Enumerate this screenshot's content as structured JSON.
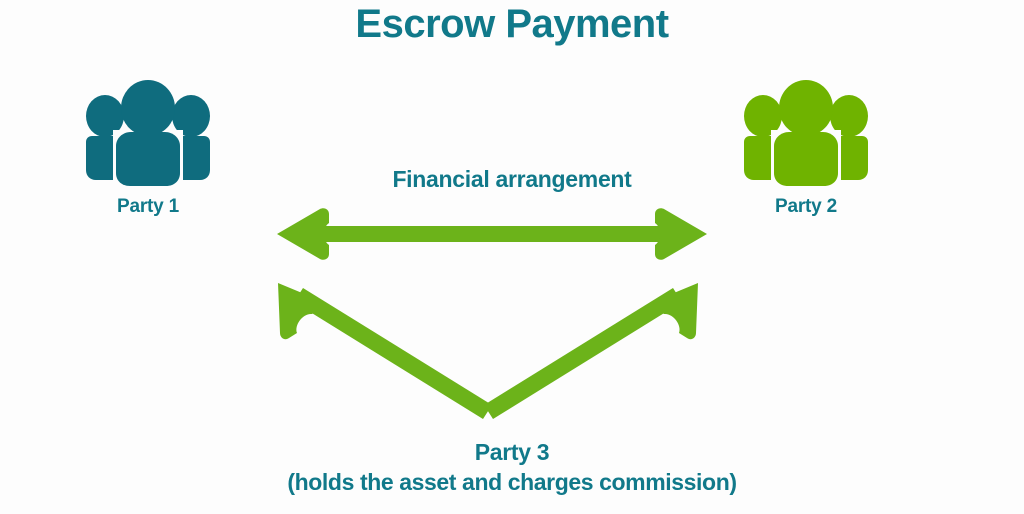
{
  "diagram": {
    "title": "Escrow Payment",
    "background_color": "#fdfdfd",
    "colors": {
      "teal": "#11798a",
      "teal_icon": "#0f6c7e",
      "green": "#6cb31a",
      "green_icon": "#6fb300"
    },
    "party1": {
      "label": "Party 1",
      "icon": "people-group-icon",
      "icon_color": "#0f6c7e"
    },
    "party2": {
      "label": "Party 2",
      "icon": "people-group-icon",
      "icon_color": "#6fb300"
    },
    "party3": {
      "label": "Party 3",
      "sublabel": "(holds the asset and charges commission)"
    },
    "connections": {
      "horizontal_label": "Financial arrangement",
      "horizontal_arrow": "double-headed-arrow-icon",
      "left_diagonal_arrow": "arrow-up-left-icon",
      "right_diagonal_arrow": "arrow-up-right-icon"
    }
  }
}
